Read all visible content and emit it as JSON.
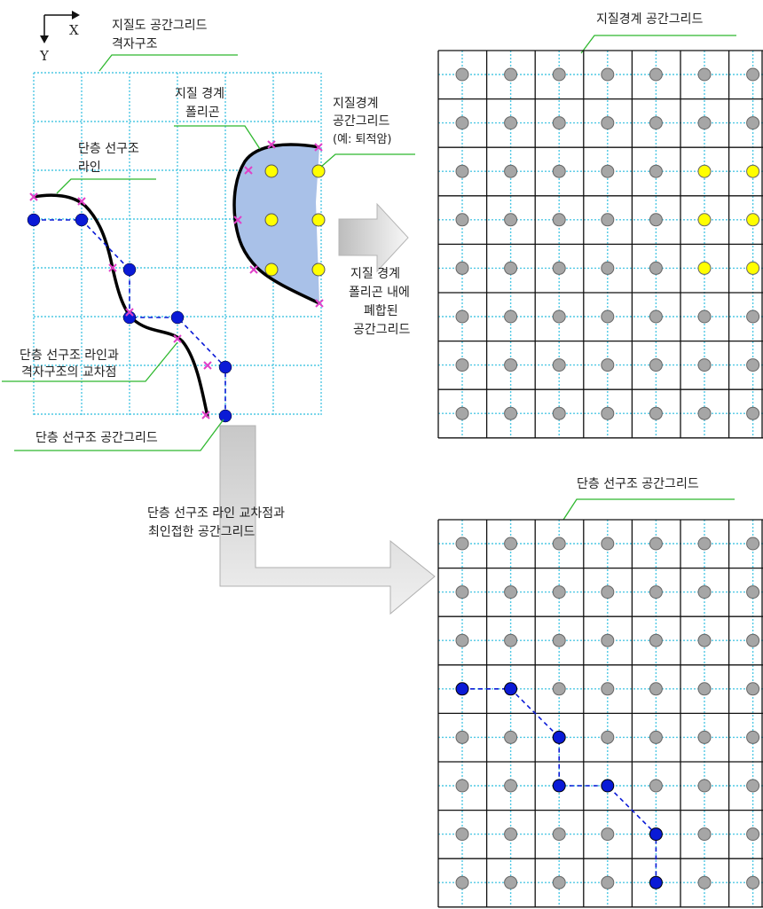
{
  "axes": {
    "x_label": "X",
    "y_label": "Y"
  },
  "labels": {
    "geology_grid_1": "지질도 공간그리드",
    "geology_grid_2": "격자구조",
    "boundary_polygon_1": "지질 경계",
    "boundary_polygon_2": "폴리곤",
    "boundary_grid_1": "지질경계",
    "boundary_grid_2": "공간그리드",
    "boundary_grid_3": "(예: 퇴적암)",
    "fault_line_1": "단층 선구조",
    "fault_line_2": "라인",
    "intersection_1": "단층 선구조 라인과",
    "intersection_2": "격자구조의 교차점",
    "fault_grid": "단층 선구조 공간그리드",
    "enclosed_1": "지질 경계",
    "enclosed_2": "폴리곤 내에",
    "enclosed_3": "폐합된",
    "enclosed_4": "공간그리드",
    "nearest_1": "단층 선구조 라인 교차점과",
    "nearest_2": "최인접한 공간그리드",
    "right_top_title": "지질경계 공간그리드",
    "right_bottom_title": "단층 선구조 공간그리드"
  },
  "colors": {
    "grid_dotted": "#4fc8e4",
    "grid_cell": "#111111",
    "node_gray": "#a6a6a6",
    "node_yellow": "#ffff00",
    "node_blue": "#0a1ad6",
    "polygon_fill": "#a9c1e8",
    "cross_mark": "#e040c8",
    "leader_line": "#2fb82f",
    "arrow_fill": "#e6e6e6"
  },
  "right_top_grid": {
    "cols": 7,
    "rows": 8,
    "yellow_nodes": [
      [
        5,
        2
      ],
      [
        6,
        2
      ],
      [
        5,
        3
      ],
      [
        6,
        3
      ],
      [
        5,
        4
      ],
      [
        6,
        4
      ]
    ]
  },
  "right_bottom_grid": {
    "cols": 7,
    "rows": 8,
    "fault_path": [
      [
        0,
        3
      ],
      [
        1,
        3
      ],
      [
        2,
        4
      ],
      [
        2,
        5
      ],
      [
        3,
        5
      ],
      [
        4,
        6
      ],
      [
        4,
        7
      ]
    ]
  }
}
